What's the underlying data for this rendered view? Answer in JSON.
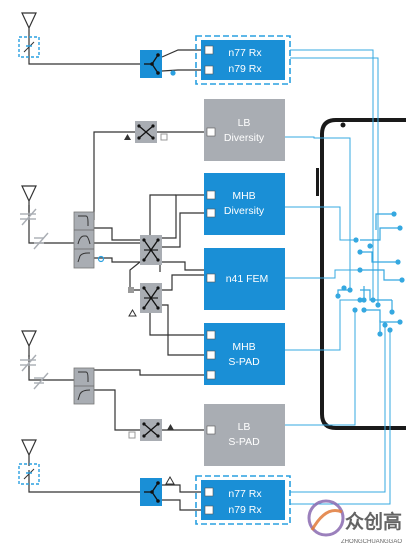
{
  "blocks": {
    "n77_top": {
      "line1": "n77 Rx",
      "line2": "n79 Rx"
    },
    "lb_diversity": {
      "line1": "LB",
      "line2": "Diversity"
    },
    "mhb_diversity": {
      "line1": "MHB",
      "line2": "Diversity"
    },
    "n41_fem": {
      "line1": "n41 FEM"
    },
    "mhb_spad": {
      "line1": "MHB",
      "line2": "S-PAD"
    },
    "lb_spad": {
      "line1": "LB",
      "line2": "S-PAD"
    },
    "n77_bottom": {
      "line1": "n77 Rx",
      "line2": "n79 Rx"
    }
  },
  "watermark": {
    "main": "众创高",
    "sub": "ZHONGCHUANGGAO"
  },
  "colors": {
    "blue_block": "#1a8fd6",
    "gray_block": "#a9adb3",
    "blue_dash": "#2aa0e0",
    "blue_line": "#35a8e0",
    "dark_line": "#333333",
    "phone": "#1a1a1a"
  }
}
